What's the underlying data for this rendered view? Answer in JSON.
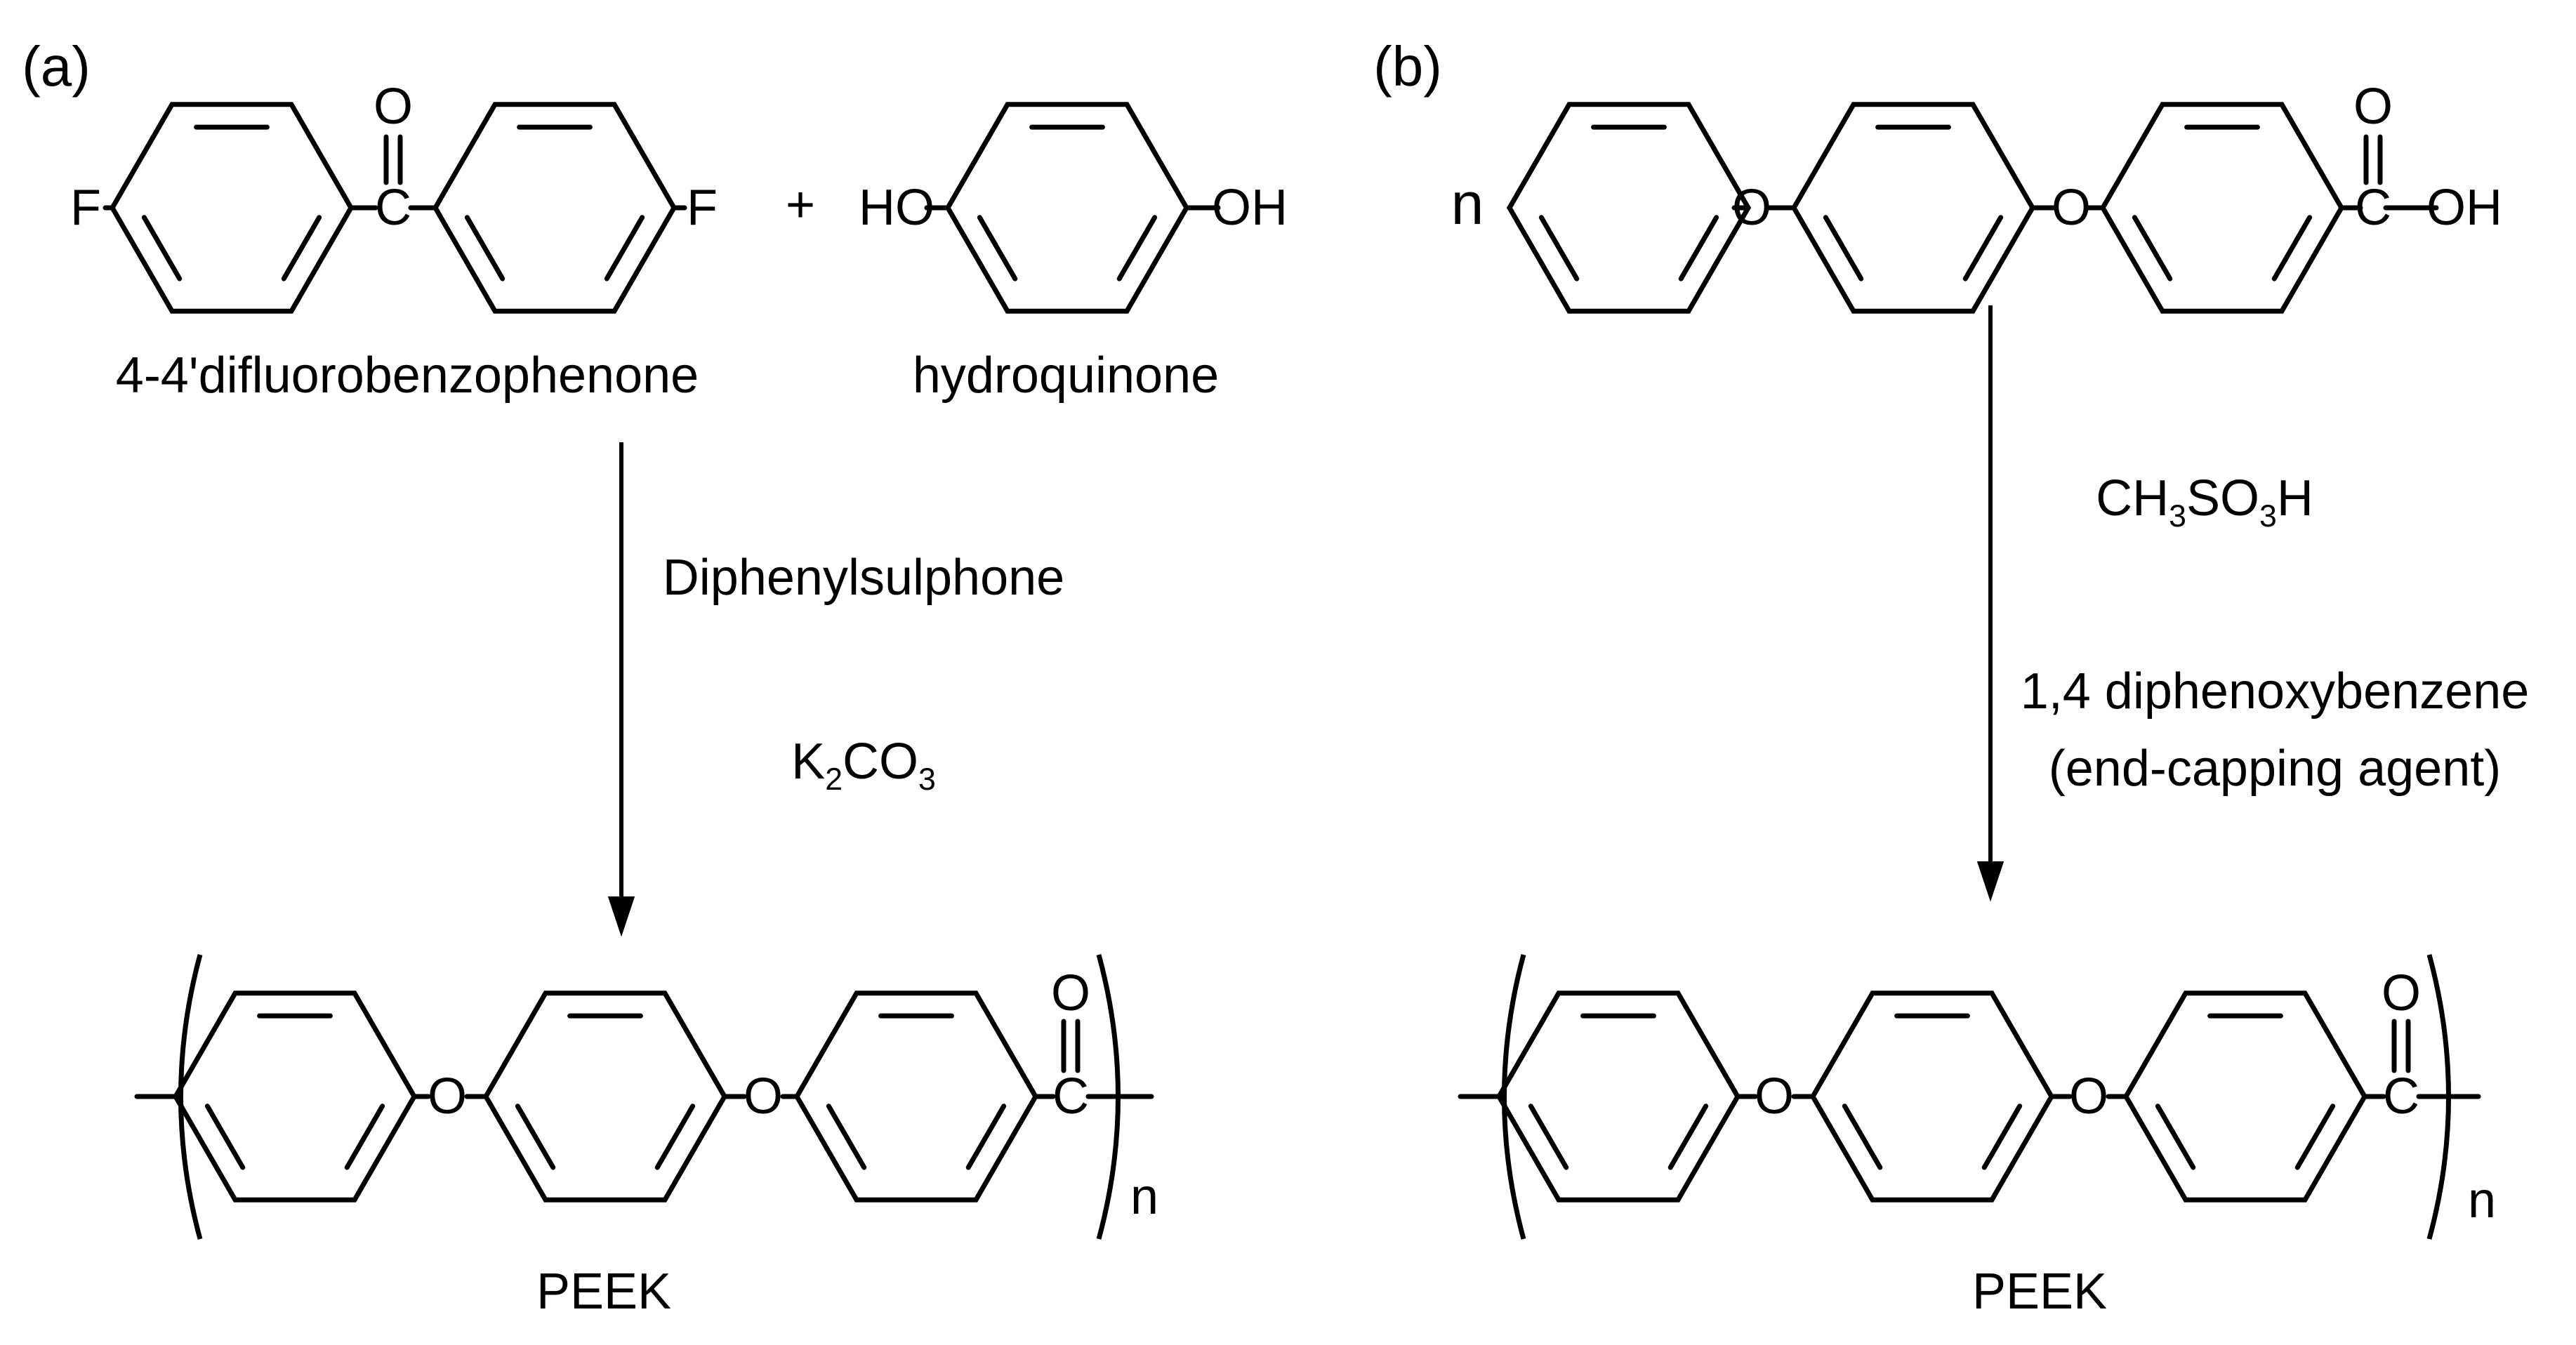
{
  "panels": {
    "a": {
      "tag": "(a)",
      "reactant1": {
        "name": "4-4'difluorobenzophenone",
        "left_atom": "F",
        "right_atom": "F",
        "carbonyl_o": "O",
        "carbonyl_c": "C"
      },
      "plus": "+",
      "reactant2": {
        "name": "hydroquinone",
        "left_group": "HO",
        "right_group": "OH"
      },
      "conditions": {
        "solvent": "Diphenylsulphone",
        "base": {
          "parts": [
            "K",
            "2",
            "CO",
            "3"
          ]
        }
      },
      "product": {
        "name": "PEEK",
        "repeat": "n",
        "ether1": "O",
        "ether2": "O",
        "carbonyl_o": "O",
        "carbonyl_c": "C"
      }
    },
    "b": {
      "tag": "(b)",
      "reactant": {
        "prefix": "n",
        "ether1": "O",
        "ether2": "O",
        "acid_o": "O",
        "acid_c": "C",
        "acid_oh": "OH"
      },
      "conditions": {
        "acid": {
          "parts": [
            "CH",
            "3",
            "SO",
            "3",
            "H"
          ]
        },
        "endcap_line1": "1,4 diphenoxybenzene",
        "endcap_line2": "(end-capping agent)"
      },
      "product": {
        "name": "PEEK",
        "repeat": "n",
        "ether1": "O",
        "ether2": "O",
        "carbonyl_o": "O",
        "carbonyl_c": "C"
      }
    }
  }
}
